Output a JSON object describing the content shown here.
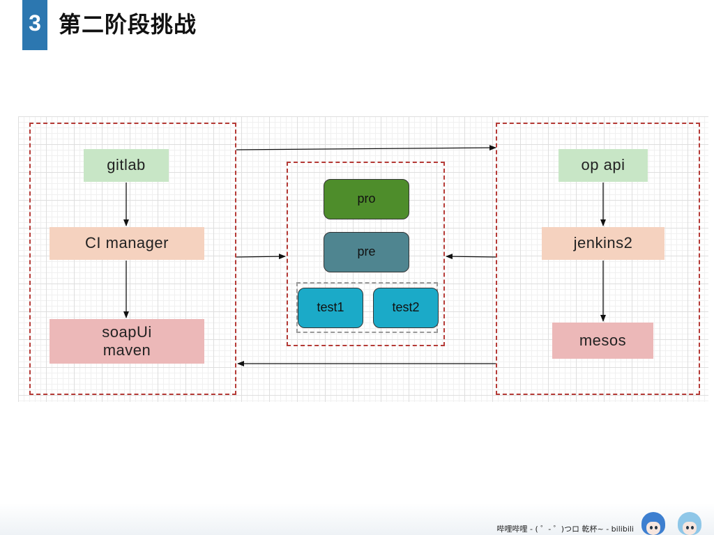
{
  "slide": {
    "section_number": "3",
    "title": "第二阶段挑战"
  },
  "diagram": {
    "left_group": {
      "nodes": [
        "gitlab",
        "CI manager",
        "soapUi\nmaven"
      ]
    },
    "middle_group": {
      "environments": [
        "pro",
        "pre",
        "test1",
        "test2"
      ]
    },
    "right_group": {
      "nodes": [
        "op api",
        "jenkins2",
        "mesos"
      ]
    }
  },
  "footer": {
    "watermark": "哔哩哔哩 - ( ゜- ゜)つロ 乾杯~ - bilibili"
  },
  "colors": {
    "badge": "#2c77b0",
    "group_border": "#b53a36",
    "green_node": "#c8e6c6",
    "orange_node": "#f5d2bf",
    "red_node": "#ecb8b8",
    "env_pro": "#4e8d2b",
    "env_pre": "#4f8590",
    "env_test": "#1baac8"
  }
}
